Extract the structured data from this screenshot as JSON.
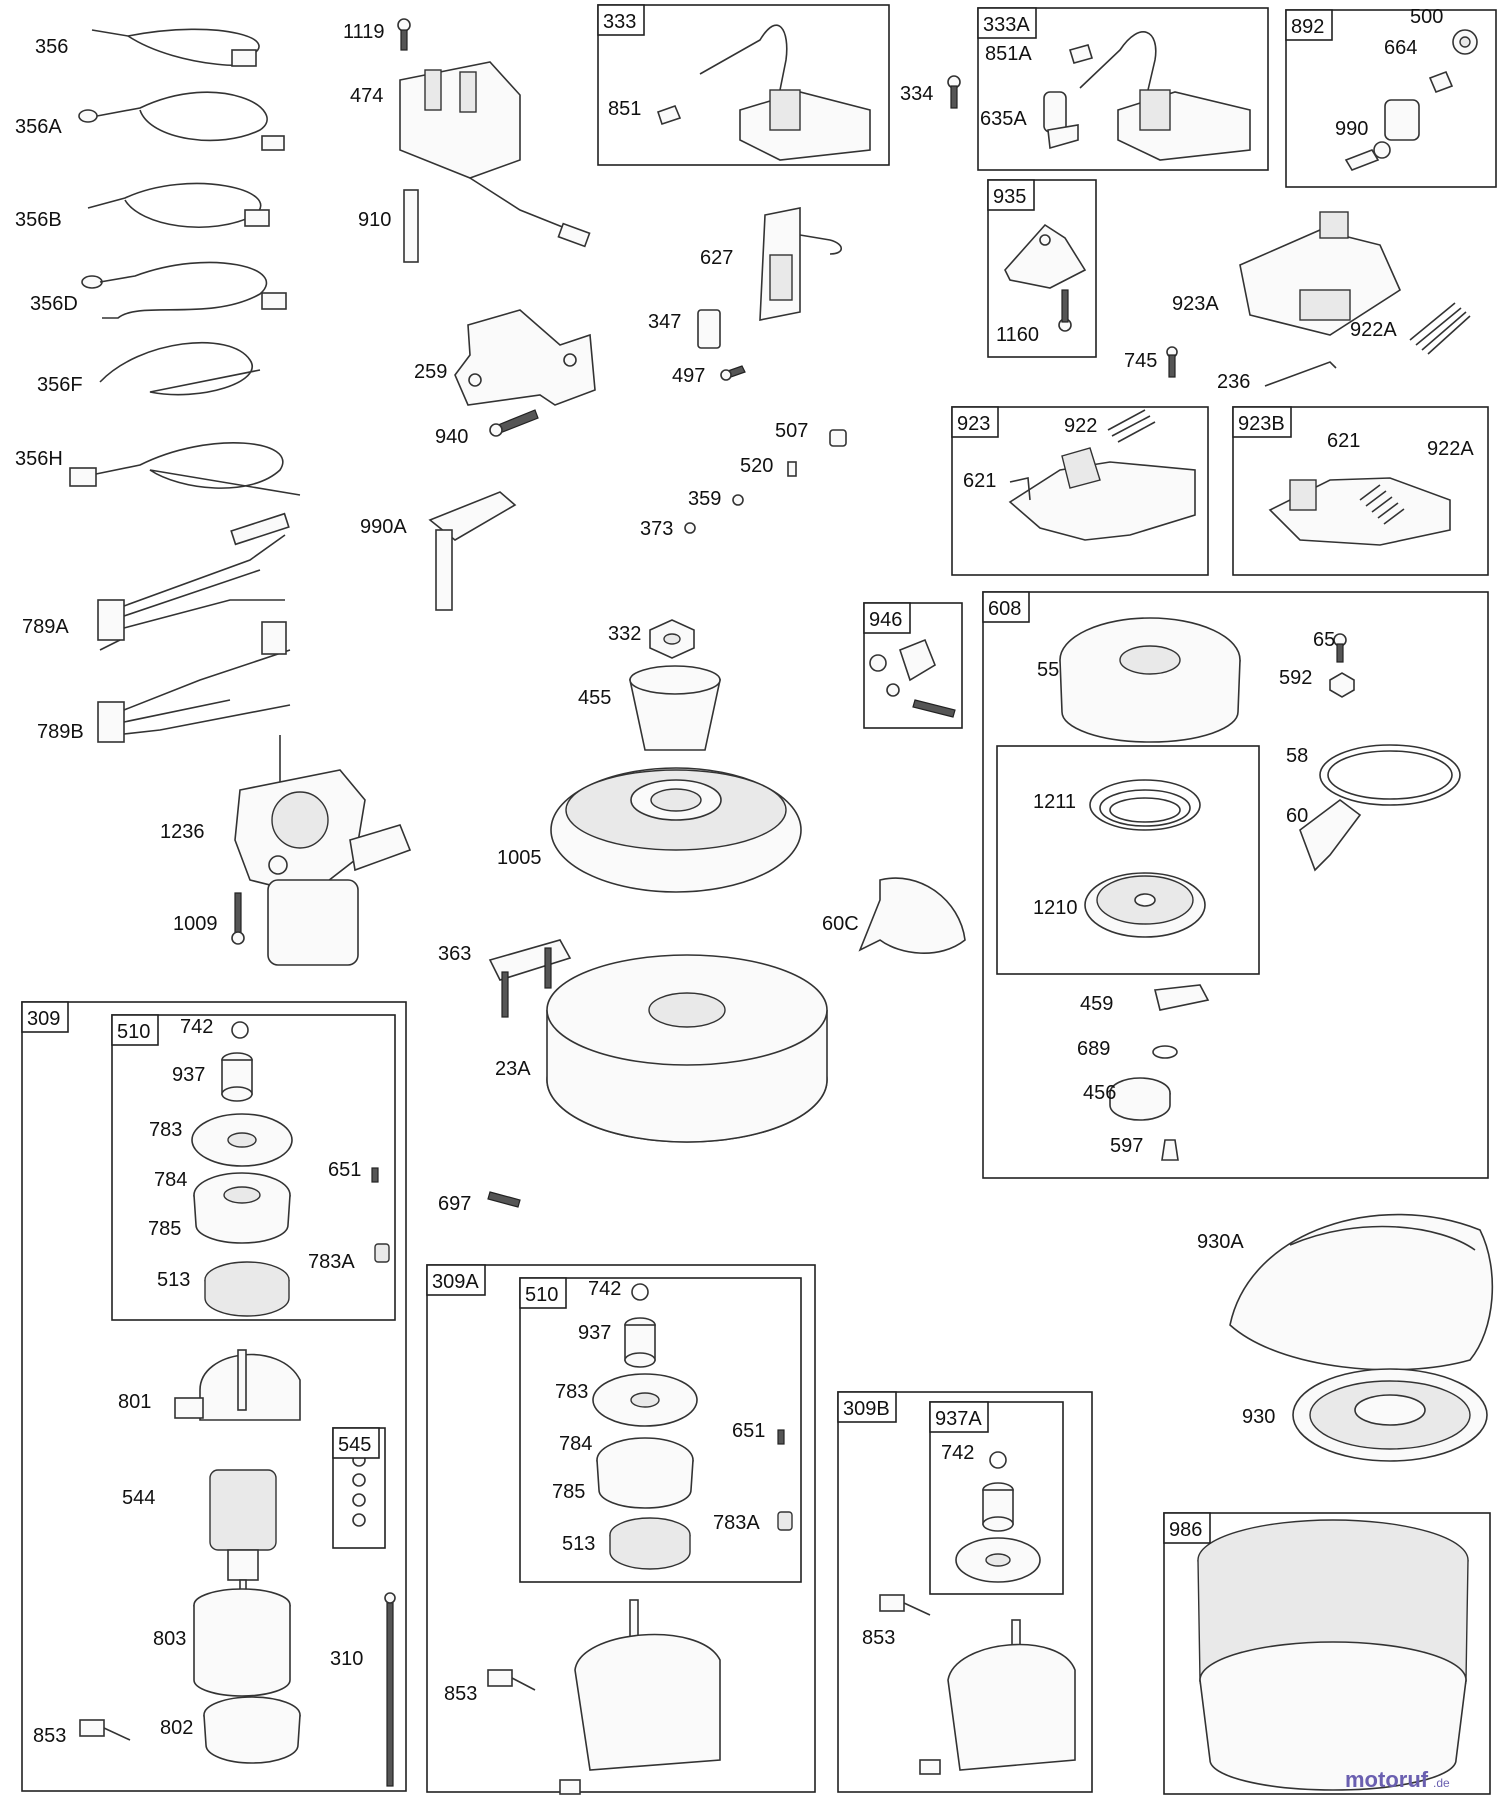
{
  "diagram": {
    "groups": [
      "333",
      "333A",
      "892",
      "935",
      "923",
      "923B",
      "946",
      "608",
      "309",
      "510",
      "545",
      "309A",
      "510",
      "309B",
      "937A",
      "986"
    ],
    "labels": [
      "356",
      "356A",
      "356B",
      "356D",
      "356F",
      "356H",
      "789A",
      "789B",
      "1236",
      "1009",
      "1119",
      "474",
      "910",
      "259",
      "940",
      "990A",
      "851",
      "334",
      "851A",
      "635A",
      "627",
      "347",
      "497",
      "507",
      "520",
      "359",
      "373",
      "500",
      "664",
      "990",
      "1160",
      "923A",
      "922A",
      "745",
      "236",
      "621",
      "922",
      "621",
      "922A",
      "332",
      "455",
      "1005",
      "363",
      "23A",
      "60C",
      "697",
      "55",
      "65",
      "592",
      "58",
      "60",
      "1211",
      "1210",
      "459",
      "689",
      "456",
      "597",
      "742",
      "937",
      "783",
      "784",
      "785",
      "513",
      "651",
      "783A",
      "801",
      "544",
      "803",
      "310",
      "853",
      "802",
      "742",
      "937",
      "783",
      "784",
      "785",
      "651",
      "783A",
      "513",
      "853",
      "742",
      "853",
      "930A",
      "930"
    ]
  },
  "watermark": {
    "text": "motoruf",
    "suffix": ".de"
  }
}
